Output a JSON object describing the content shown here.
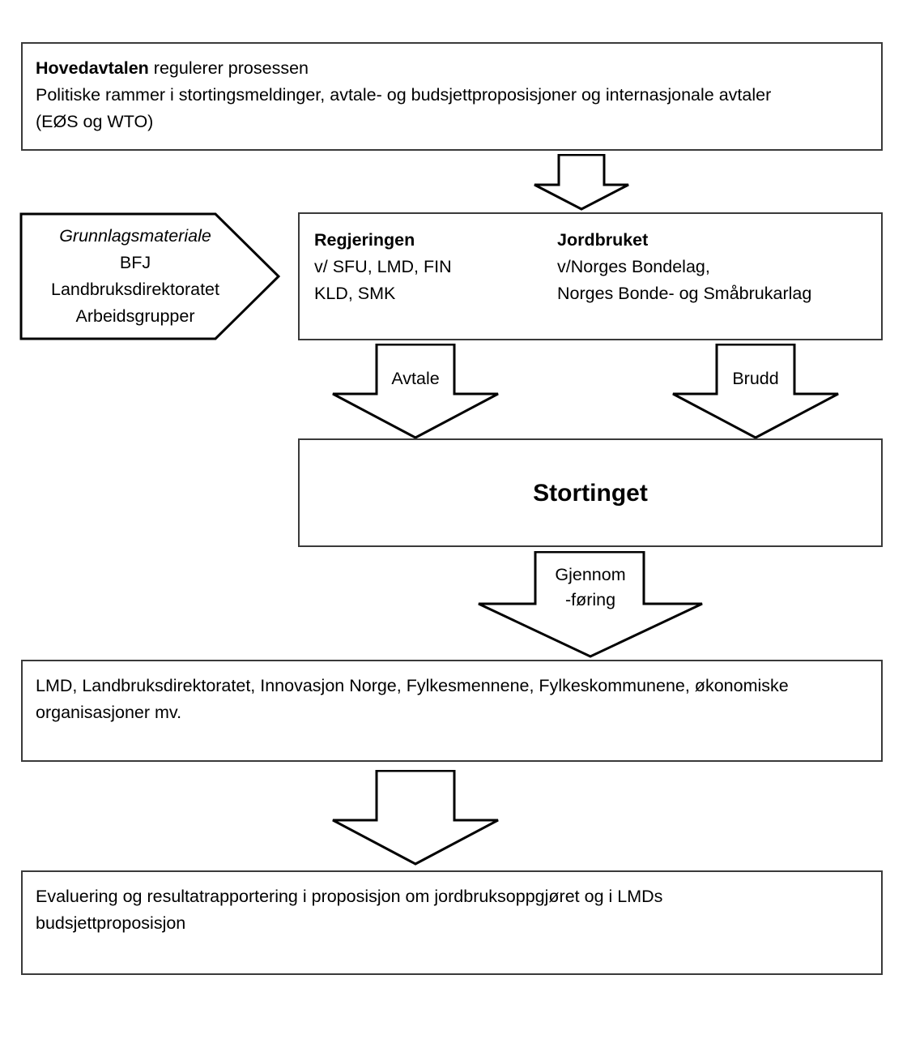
{
  "diagram": {
    "title": "Jordbruksoppgjoret prosess",
    "stroke_color": "#000000",
    "box_border_color": "#3a3a3a",
    "background_color": "#ffffff"
  },
  "box_hovedavtalen": {
    "line1_bold": "Hovedavtalen",
    "line1_rest": " regulerer prosessen",
    "line2": "Politiske rammer i stortingsmeldinger, avtale- og budsjettproposisjoner og internasjonale avtaler",
    "line3": "(EØS og WTO)"
  },
  "pentagon_grunnlagsmateriale": {
    "heading": "Grunnlagsmateriale",
    "line1": "BFJ",
    "line2": "Landbruksdirektoratet",
    "line3": "Arbeidsgrupper"
  },
  "box_parties": {
    "regjeringen": {
      "heading": "Regjeringen",
      "line1": "v/ SFU, LMD, FIN",
      "line2": "KLD, SMK"
    },
    "jordbruket": {
      "heading": "Jordbruket",
      "line1": "v/Norges Bondelag,",
      "line2": "Norges Bonde- og Småbrukarlag"
    }
  },
  "box_stortinget": {
    "title": "Stortinget"
  },
  "box_implementers": {
    "line1": "LMD, Landbruksdirektoratet, Innovasjon Norge, Fylkesmennene, Fylkeskommunene, økonomiske",
    "line2": "organisasjoner mv."
  },
  "box_evaluation": {
    "line1": "Evaluering og resultatrapportering i proposisjon om jordbruksoppgjøret og i LMDs",
    "line2": "budsjettproposisjon"
  },
  "arrows": {
    "top": {
      "label": ""
    },
    "avtale": {
      "label": "Avtale"
    },
    "brudd": {
      "label": "Brudd"
    },
    "gjennomforing": {
      "label_line1": "Gjennom",
      "label_line2": "-føring"
    },
    "bottom": {
      "label": ""
    }
  }
}
